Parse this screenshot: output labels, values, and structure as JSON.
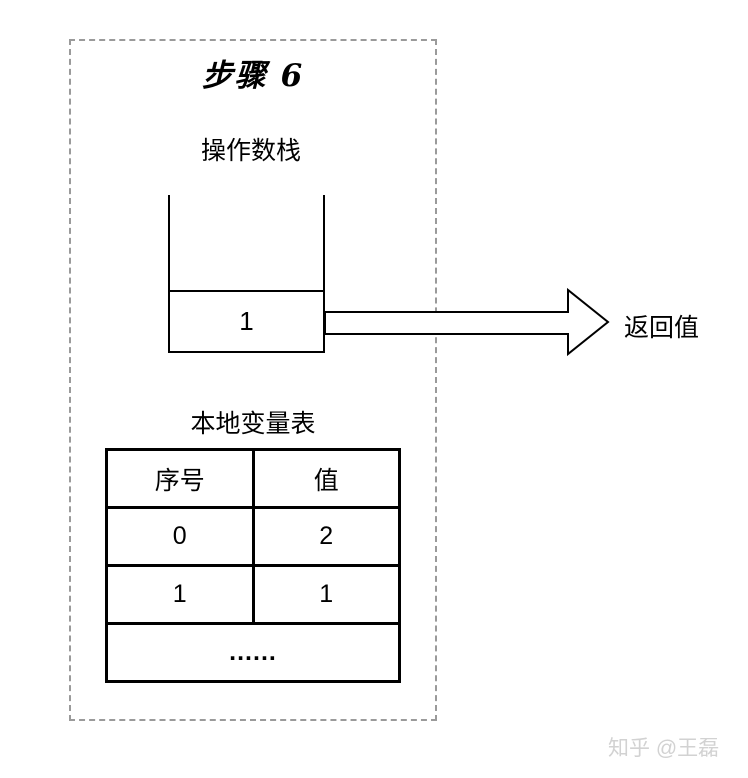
{
  "frame": {
    "step_title": "步骤 6"
  },
  "operand_stack": {
    "label": "操作数栈",
    "top_value": "1"
  },
  "return_arrow": {
    "label": "返回值"
  },
  "local_variable_table": {
    "label": "本地变量表",
    "headers": [
      "序号",
      "值"
    ],
    "rows": [
      [
        "0",
        "2"
      ],
      [
        "1",
        "1"
      ]
    ],
    "ellipsis_row": "......"
  },
  "watermark": "知乎 @王磊",
  "colors": {
    "background": "#ffffff",
    "line": "#000000",
    "dashed_border": "#9a9a9a",
    "watermark_text": "#d2d2d2"
  }
}
